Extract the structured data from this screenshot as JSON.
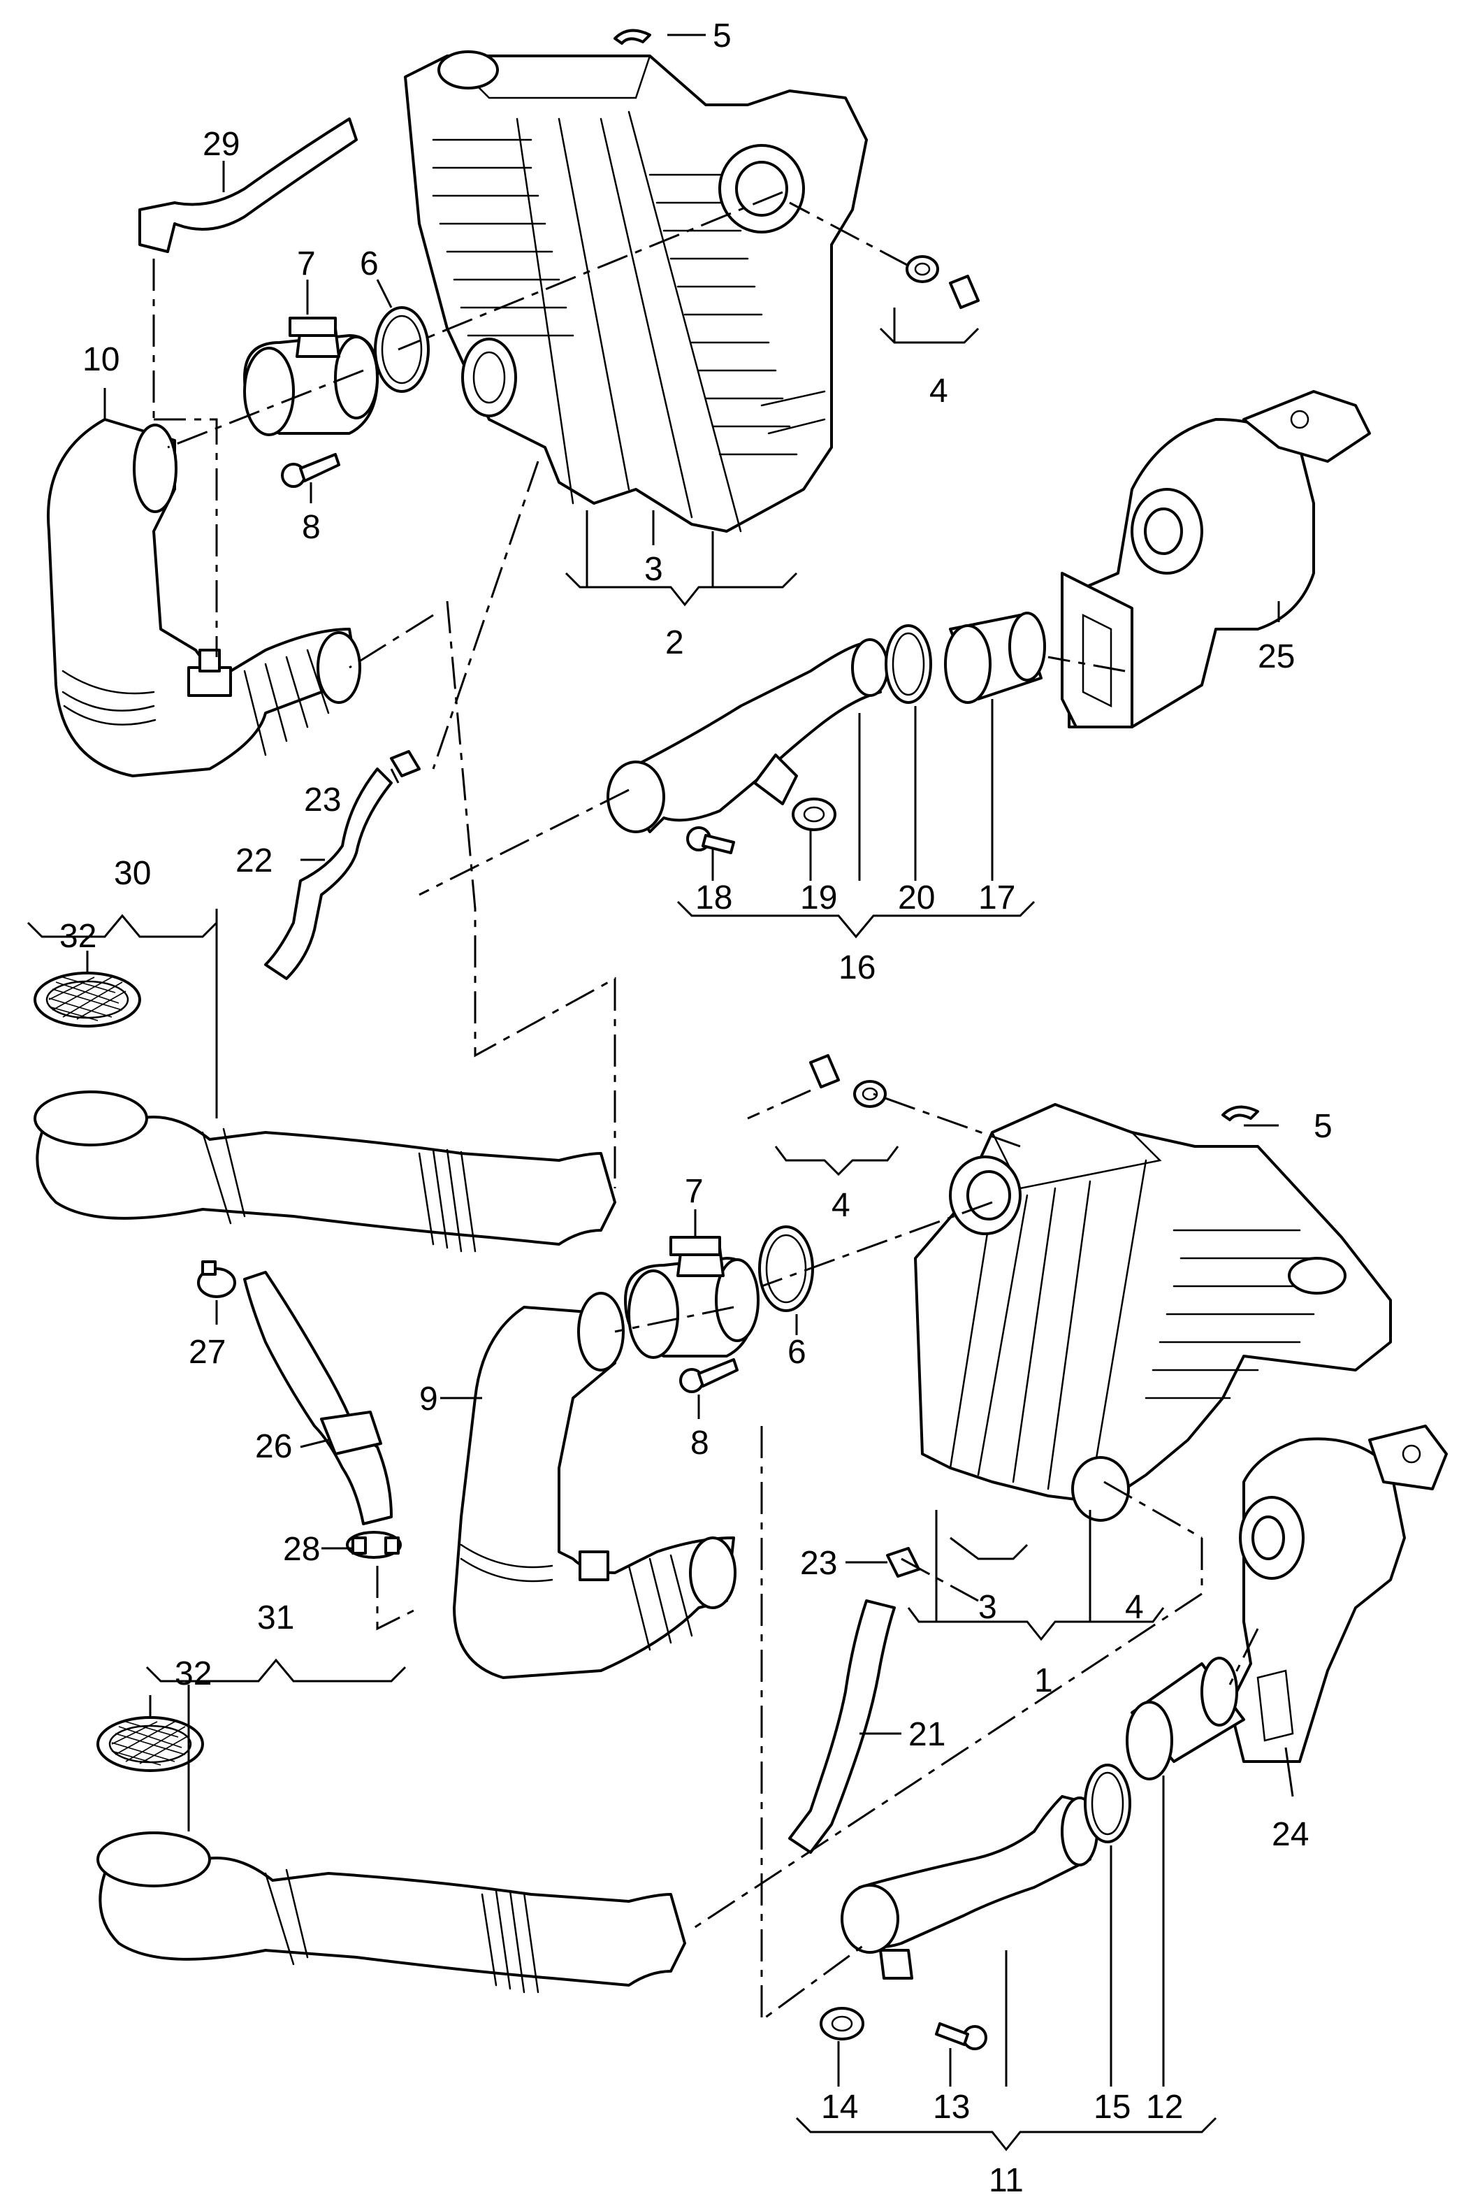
{
  "diagram": {
    "labels": {
      "l_5a": "5",
      "l_29": "29",
      "l_7a": "7",
      "l_6a": "6",
      "l_10": "10",
      "l_8a": "8",
      "l_4a": "4",
      "l_3a": "3",
      "l_2": "2",
      "l_25": "25",
      "l_23a": "23",
      "l_22": "22",
      "l_18": "18",
      "l_19": "19",
      "l_20": "20",
      "l_17": "17",
      "l_16": "16",
      "l_30": "30",
      "l_32a": "32",
      "l_5b": "5",
      "l_4b": "4",
      "l_7b": "7",
      "l_6b": "6",
      "l_27": "27",
      "l_9": "9",
      "l_8b": "8",
      "l_26": "26",
      "l_28": "28",
      "l_23b": "23",
      "l_3b": "3",
      "l_4c": "4",
      "l_1": "1",
      "l_31": "31",
      "l_32b": "32",
      "l_21": "21",
      "l_24": "24",
      "l_14": "14",
      "l_13": "13",
      "l_15": "15",
      "l_12": "12",
      "l_11": "11"
    }
  }
}
